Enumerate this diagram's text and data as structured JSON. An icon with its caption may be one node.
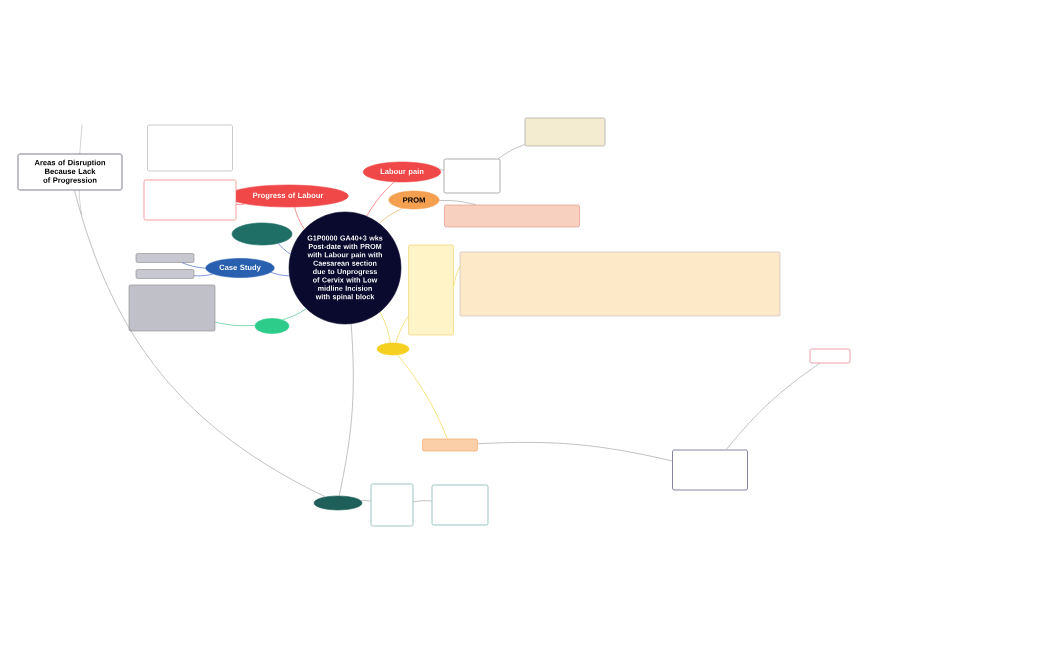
{
  "diagram": {
    "nodes": [
      {
        "text": [
          "G1P0000 GA40+3 wks Post-date with PROM with Labour pain with Caesarean section due to Unprogress of Cervix with Low midline Incision with spinal block"
        ]
      },
      {
        "text": [
          "Labour pain"
        ]
      },
      {
        "text": [
          "PROM"
        ]
      },
      {
        "text": [
          "Progress of Labour"
        ]
      },
      {
        "text": [],
        "shape": "ellipse"
      },
      {
        "text": [
          "Case Study"
        ]
      },
      {
        "text": [],
        "shape": "ellipse"
      },
      {
        "text": [],
        "shape": "ellipse"
      },
      {
        "text": [],
        "shape": "ellipse"
      },
      {
        "text": [
          "Areas of Disruption Because Lack of Progression"
        ]
      },
      {
        "text": [],
        "shape": "box"
      },
      {
        "text": [],
        "shape": "box"
      },
      {
        "text": [],
        "shape": "box"
      },
      {
        "text": [],
        "shape": "box"
      },
      {
        "text": [],
        "shape": "box"
      },
      {
        "text": [],
        "shape": "box"
      },
      {
        "text": [],
        "shape": "box"
      },
      {
        "text": [],
        "shape": "box"
      },
      {
        "text": [],
        "shape": "box"
      },
      {
        "text": [],
        "shape": "box"
      },
      {
        "text": [],
        "shape": "box"
      },
      {
        "text": [],
        "shape": "box"
      },
      {
        "text": [],
        "shape": "box"
      },
      {
        "text": [],
        "shape": "box"
      },
      {
        "text": [],
        "shape": "box"
      }
    ],
    "edges": [
      {
        "from": 0,
        "to": 1,
        "arrow": "none",
        "color": "#f04848"
      },
      {
        "from": 0,
        "to": 2,
        "arrow": "none",
        "color": "#f5a050"
      },
      {
        "from": 0,
        "to": 3,
        "arrow": "none",
        "color": "#f04848"
      },
      {
        "from": 0,
        "to": 4,
        "arrow": "none",
        "color": "#3050c0"
      },
      {
        "from": 0,
        "to": 5,
        "arrow": "none",
        "color": "#3050c0"
      },
      {
        "from": 0,
        "to": 6,
        "arrow": "none",
        "color": "#30c080"
      },
      {
        "from": 0,
        "to": 7,
        "arrow": "none",
        "color": "#f0d030"
      },
      {
        "from": 0,
        "to": 8,
        "arrow": "none"
      },
      {
        "from": 9,
        "to": 8,
        "arrow": "none"
      },
      {
        "from": 3,
        "to": 11,
        "arrow": "none",
        "color": "#f04848"
      },
      {
        "from": 1,
        "to": 12,
        "arrow": "none"
      },
      {
        "from": 12,
        "to": 13,
        "arrow": "none"
      },
      {
        "from": 2,
        "to": 14,
        "arrow": "none"
      },
      {
        "from": 5,
        "to": 15,
        "arrow": "none",
        "color": "#3050c0"
      },
      {
        "from": 5,
        "to": 16,
        "arrow": "none",
        "color": "#3050c0"
      },
      {
        "from": 6,
        "to": 17,
        "arrow": "none",
        "color": "#30c080"
      },
      {
        "from": 7,
        "to": 18,
        "arrow": "none",
        "color": "#f0d030"
      },
      {
        "from": 18,
        "to": 19,
        "arrow": "none",
        "color": "#f0d030"
      },
      {
        "from": 7,
        "to": 20,
        "arrow": "none",
        "color": "#f0d030"
      },
      {
        "from": 20,
        "to": 21,
        "arrow": "none"
      },
      {
        "from": 8,
        "to": 22,
        "arrow": "none"
      },
      {
        "from": 22,
        "to": 23,
        "arrow": "none"
      },
      {
        "from": 21,
        "to": 24,
        "arrow": "none"
      }
    ]
  }
}
